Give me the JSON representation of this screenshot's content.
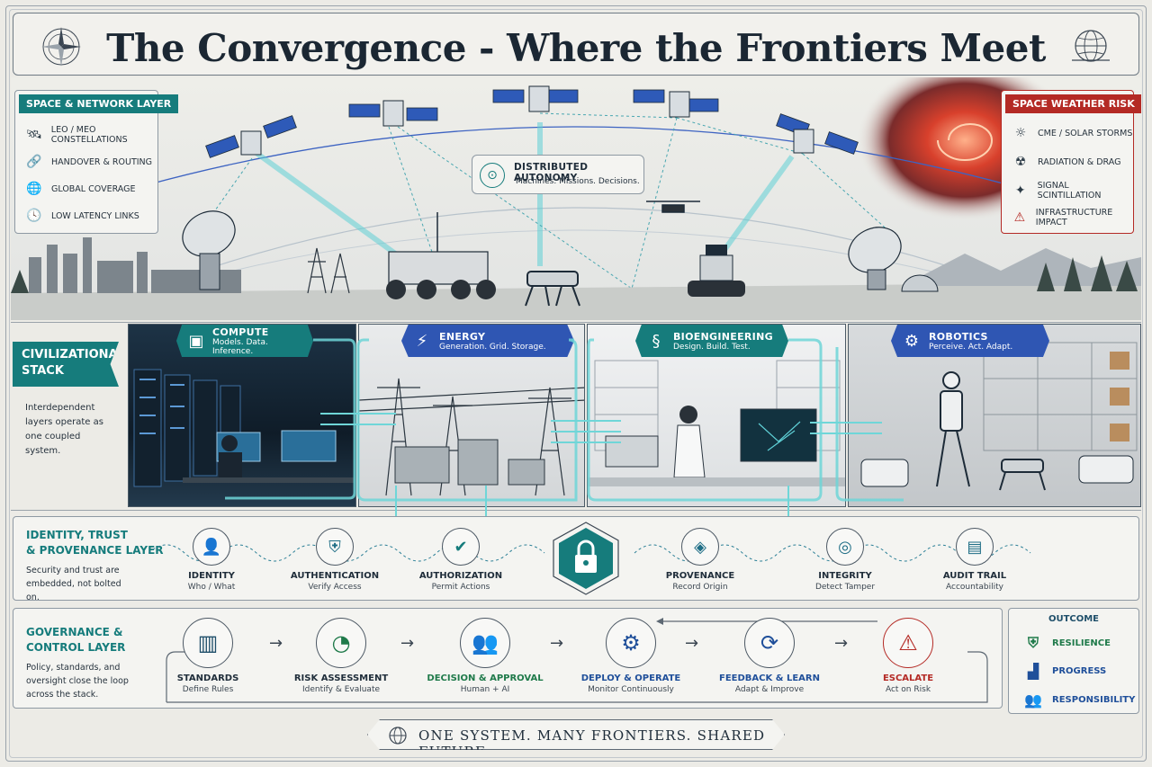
{
  "title": "The Convergence - Where the Frontiers Meet",
  "space_network": {
    "heading": "SPACE & NETWORK LAYER",
    "items": [
      {
        "icon": "satellite-icon",
        "label": "LEO / MEO CONSTELLATIONS"
      },
      {
        "icon": "link-icon",
        "label": "HANDOVER & ROUTING"
      },
      {
        "icon": "globe-icon",
        "label": "GLOBAL COVERAGE"
      },
      {
        "icon": "clock-icon",
        "label": "LOW LATENCY LINKS"
      }
    ]
  },
  "space_weather": {
    "heading": "SPACE WEATHER RISK",
    "items": [
      {
        "icon": "sun-icon",
        "label": "CME / SOLAR STORMS"
      },
      {
        "icon": "radiation-icon",
        "label": "RADIATION & DRAG"
      },
      {
        "icon": "sparkle-icon",
        "label": "SIGNAL SCINTILLATION"
      },
      {
        "icon": "warning-icon",
        "label": "INFRASTRUCTURE IMPACT"
      }
    ]
  },
  "autonomy": {
    "title": "DISTRIBUTED AUTONOMY",
    "subtitle": "Machines. Missions. Decisions."
  },
  "stack": {
    "label_line1": "CIVILIZATIONAL",
    "label_line2": "STACK",
    "description": "Interdependent layers operate as one coupled system.",
    "tiles": [
      {
        "name": "COMPUTE",
        "sub": "Models. Data. Inference.",
        "icon": "chip-icon",
        "color": "teal"
      },
      {
        "name": "ENERGY",
        "sub": "Generation. Grid. Storage.",
        "icon": "lightning-icon",
        "color": "blue"
      },
      {
        "name": "BIOENGINEERING",
        "sub": "Design. Build. Test.",
        "icon": "dna-icon",
        "color": "teal"
      },
      {
        "name": "ROBOTICS",
        "sub": "Perceive. Act. Adapt.",
        "icon": "robot-arm-icon",
        "color": "blue"
      }
    ]
  },
  "identity": {
    "title_line1": "IDENTITY, TRUST",
    "title_line2": "& PROVENANCE LAYER",
    "description": "Security and trust are embedded, not bolted on.",
    "nodes": [
      {
        "name": "IDENTITY",
        "sub": "Who / What",
        "icon": "user-icon"
      },
      {
        "name": "AUTHENTICATION",
        "sub": "Verify Access",
        "icon": "shield-key-icon"
      },
      {
        "name": "AUTHORIZATION",
        "sub": "Permit Actions",
        "icon": "shield-check-icon"
      },
      {
        "name": "PROVENANCE",
        "sub": "Record Origin",
        "icon": "cube-icon"
      },
      {
        "name": "INTEGRITY",
        "sub": "Detect Tamper",
        "icon": "fingerprint-icon"
      },
      {
        "name": "AUDIT TRAIL",
        "sub": "Accountability",
        "icon": "document-icon"
      }
    ]
  },
  "governance": {
    "title_line1": "GOVERNANCE &",
    "title_line2": "CONTROL LAYER",
    "description": "Policy, standards, and oversight close the loop across the stack.",
    "steps": [
      {
        "name": "STANDARDS",
        "sub": "Define Rules",
        "icon": "book-icon",
        "color": "#1f2d3a"
      },
      {
        "name": "RISK ASSESSMENT",
        "sub": "Identify & Evaluate",
        "icon": "gauge-icon",
        "color": "#1f2d3a"
      },
      {
        "name": "DECISION & APPROVAL",
        "sub": "Human + AI",
        "icon": "people-icon",
        "color": "#1f7a4a"
      },
      {
        "name": "DEPLOY & OPERATE",
        "sub": "Monitor Continuously",
        "icon": "gear-icon",
        "color": "#1f4f9a"
      },
      {
        "name": "FEEDBACK & LEARN",
        "sub": "Adapt & Improve",
        "icon": "refresh-icon",
        "color": "#1f4f9a"
      },
      {
        "name": "ESCALATE",
        "sub": "Act on Risk",
        "icon": "warning-icon",
        "color": "#b42a25"
      }
    ]
  },
  "outcome": {
    "title": "OUTCOME",
    "items": [
      {
        "name": "RESILIENCE",
        "icon": "shield-check-icon",
        "color": "#1f7a4a"
      },
      {
        "name": "PROGRESS",
        "icon": "bar-chart-icon",
        "color": "#1f4f9a"
      },
      {
        "name": "RESPONSIBILITY",
        "icon": "people-icon",
        "color": "#1f4f9a"
      }
    ]
  },
  "footer": "ONE SYSTEM. MANY FRONTIERS. SHARED FUTURE.",
  "colors": {
    "teal": "#167c7c",
    "blue": "#2f56b3",
    "red": "#b42a25",
    "green": "#1f7a4a"
  }
}
